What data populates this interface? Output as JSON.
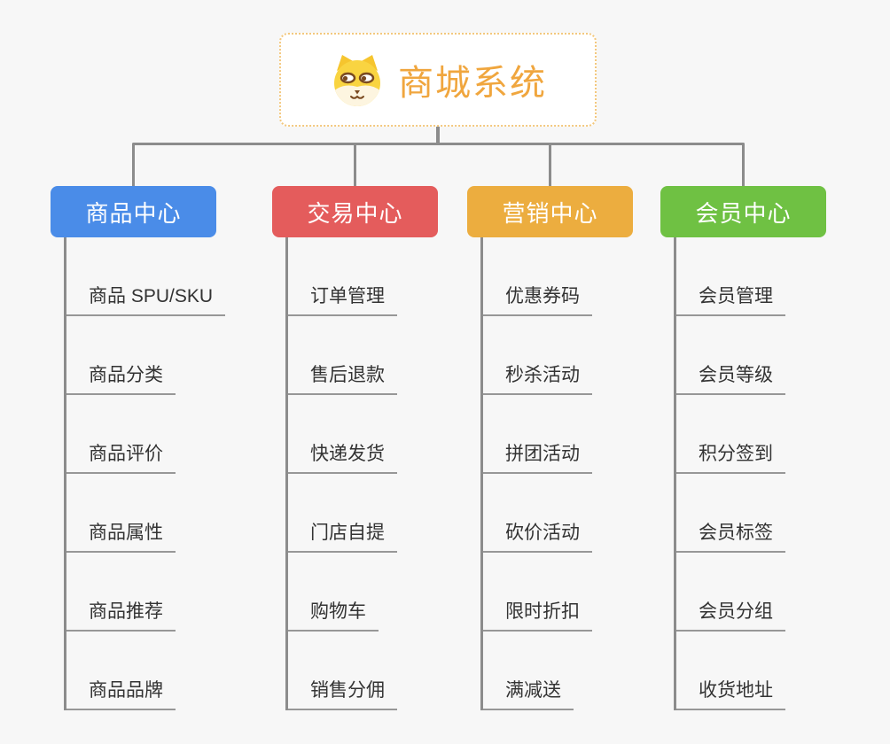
{
  "root": {
    "label": "商城系统",
    "icon": "dog-face-icon",
    "text_color": "#f0a63e",
    "border_color": "#f3c87e",
    "background": "#ffffff"
  },
  "canvas": {
    "background_color": "#f7f7f7",
    "connector_color": "#8c8c8c",
    "item_text_color": "#333333",
    "item_underline_color": "#979797"
  },
  "branches": [
    {
      "id": "product-center",
      "label": "商品中心",
      "color": "#4a8ce8",
      "items": [
        "商品 SPU/SKU",
        "商品分类",
        "商品评价",
        "商品属性",
        "商品推荐",
        "商品品牌"
      ]
    },
    {
      "id": "trade-center",
      "label": "交易中心",
      "color": "#e45c5c",
      "items": [
        "订单管理",
        "售后退款",
        "快递发货",
        "门店自提",
        "购物车",
        "销售分佣"
      ]
    },
    {
      "id": "marketing-center",
      "label": "营销中心",
      "color": "#ecad3f",
      "items": [
        "优惠券码",
        "秒杀活动",
        "拼团活动",
        "砍价活动",
        "限时折扣",
        "满减送"
      ]
    },
    {
      "id": "member-center",
      "label": "会员中心",
      "color": "#6fc143",
      "items": [
        "会员管理",
        "会员等级",
        "积分签到",
        "会员标签",
        "会员分组",
        "收货地址"
      ]
    }
  ]
}
